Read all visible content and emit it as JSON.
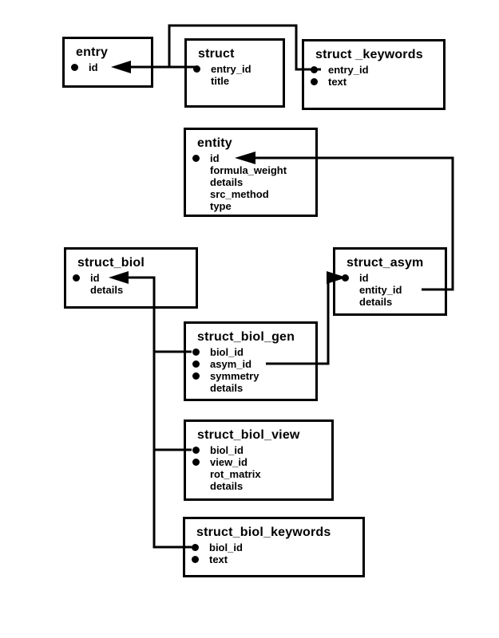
{
  "diagram": {
    "kind": "entity-relationship-diagram",
    "colors": {
      "line": "#000000",
      "background": "#ffffff",
      "box_fill": "#ffffff",
      "text": "#000000"
    },
    "tables": [
      {
        "name": "entry",
        "fields": [
          {
            "name": "id",
            "key": true
          }
        ]
      },
      {
        "name": "struct",
        "fields": [
          {
            "name": "entry_id",
            "key": true
          },
          {
            "name": "title",
            "key": false
          }
        ]
      },
      {
        "name": "struct _keywords",
        "fields": [
          {
            "name": "entry_id",
            "key": true
          },
          {
            "name": "text",
            "key": true
          }
        ]
      },
      {
        "name": "entity",
        "fields": [
          {
            "name": "id",
            "key": true
          },
          {
            "name": "formula_weight",
            "key": false
          },
          {
            "name": "details",
            "key": false
          },
          {
            "name": "src_method",
            "key": false
          },
          {
            "name": "type",
            "key": false
          }
        ]
      },
      {
        "name": "struct_biol",
        "fields": [
          {
            "name": "id",
            "key": true
          },
          {
            "name": "details",
            "key": false
          }
        ]
      },
      {
        "name": "struct_asym",
        "fields": [
          {
            "name": "id",
            "key": true
          },
          {
            "name": "entity_id",
            "key": false
          },
          {
            "name": "details",
            "key": false
          }
        ]
      },
      {
        "name": "struct_biol_gen",
        "fields": [
          {
            "name": "biol_id",
            "key": true
          },
          {
            "name": "asym_id",
            "key": true
          },
          {
            "name": "symmetry",
            "key": true
          },
          {
            "name": "details",
            "key": false
          }
        ]
      },
      {
        "name": "struct_biol_view",
        "fields": [
          {
            "name": "biol_id",
            "key": true
          },
          {
            "name": "view_id",
            "key": true
          },
          {
            "name": "rot_matrix",
            "key": false
          },
          {
            "name": "details",
            "key": false
          }
        ]
      },
      {
        "name": "struct_biol_keywords",
        "fields": [
          {
            "name": "biol_id",
            "key": true
          },
          {
            "name": "text",
            "key": true
          }
        ]
      }
    ],
    "relations": [
      {
        "from": "struct.entry_id",
        "to": "entry.id"
      },
      {
        "from": "struct _keywords.entry_id",
        "to": "entry.id"
      },
      {
        "from": "struct_asym.entity_id",
        "to": "entity.id"
      },
      {
        "from": "struct_biol_gen.asym_id",
        "to": "struct_asym.id"
      },
      {
        "from": "struct_biol_gen.biol_id",
        "to": "struct_biol.id"
      },
      {
        "from": "struct_biol_view.biol_id",
        "to": "struct_biol.id"
      },
      {
        "from": "struct_biol_keywords.biol_id",
        "to": "struct_biol.id"
      }
    ]
  }
}
